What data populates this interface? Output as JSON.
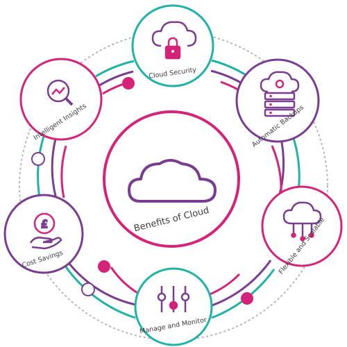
{
  "diagram": {
    "center": {
      "title": "Benefits of Cloud"
    },
    "nodes": [
      {
        "id": "cloud-security",
        "label": "Cloud Security",
        "icon": "cloud-lock-icon"
      },
      {
        "id": "automatic-backups",
        "label": "Automatic Backups",
        "icon": "cloud-server-icon"
      },
      {
        "id": "flexible-scalable",
        "label": "Flexible and Scalable",
        "icon": "cloud-network-icon"
      },
      {
        "id": "manage-monitor",
        "label": "Manage and Monitor",
        "icon": "sliders-icon"
      },
      {
        "id": "cost-savings",
        "label": "Cost Savings",
        "icon": "pound-coin-hand-icon"
      },
      {
        "id": "intelligent-insights",
        "label": "Intelligent Insights",
        "icon": "magnifier-chart-icon"
      }
    ]
  },
  "colors": {
    "teal": "#1fb3a6",
    "purple": "#7a3c8f",
    "magenta": "#d6237a",
    "dotted": "#b5b5b5"
  }
}
